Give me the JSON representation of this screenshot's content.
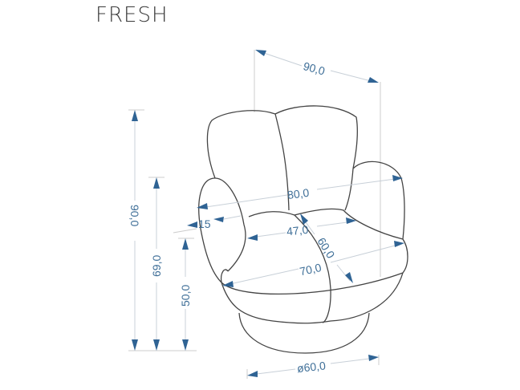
{
  "title": "FRESH",
  "dimensions": {
    "width_total": "90,0",
    "height_total": "90,0",
    "armrest_height": "69,0",
    "seat_height": "50,0",
    "inner_width_top": "80,0",
    "armrest_width": "15",
    "seat_width": "47,0",
    "seat_depth": "60,0",
    "front_width": "70,0",
    "base_diameter": "ø60,0"
  },
  "colors": {
    "dimension_text": "#3f6f98",
    "arrow": "#2f6394",
    "outline": "#444444",
    "dimension_line": "#c8d0d8"
  }
}
